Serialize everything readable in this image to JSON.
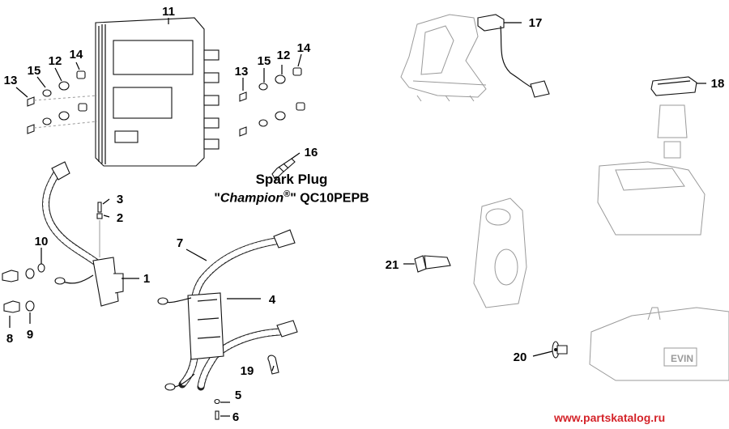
{
  "callouts": [
    {
      "label": "1",
      "name": "callout-1"
    },
    {
      "label": "2",
      "name": "callout-2"
    },
    {
      "label": "3",
      "name": "callout-3"
    },
    {
      "label": "4",
      "name": "callout-4"
    },
    {
      "label": "5",
      "name": "callout-5"
    },
    {
      "label": "6",
      "name": "callout-6"
    },
    {
      "label": "7",
      "name": "callout-7"
    },
    {
      "label": "8",
      "name": "callout-8"
    },
    {
      "label": "9",
      "name": "callout-9"
    },
    {
      "label": "10",
      "name": "callout-10"
    },
    {
      "label": "11",
      "name": "callout-11"
    },
    {
      "label": "12",
      "name": "callout-12-left"
    },
    {
      "label": "13",
      "name": "callout-13-left"
    },
    {
      "label": "14",
      "name": "callout-14-left"
    },
    {
      "label": "15",
      "name": "callout-15-left"
    },
    {
      "label": "12",
      "name": "callout-12-right"
    },
    {
      "label": "13",
      "name": "callout-13-right"
    },
    {
      "label": "14",
      "name": "callout-14-right"
    },
    {
      "label": "15",
      "name": "callout-15-right"
    },
    {
      "label": "16",
      "name": "callout-16"
    },
    {
      "label": "17",
      "name": "callout-17"
    },
    {
      "label": "18",
      "name": "callout-18"
    },
    {
      "label": "19",
      "name": "callout-19"
    },
    {
      "label": "20",
      "name": "callout-20"
    },
    {
      "label": "21",
      "name": "callout-21"
    }
  ],
  "spark_note": {
    "line1": "Spark Plug",
    "quote_open": "\"",
    "brand": "Champion",
    "registered": "®",
    "quote_close": "\"",
    "model": "QC10PEPB"
  },
  "engine_logo_text": "EVIN",
  "watermark": "www.partskatalog.ru"
}
